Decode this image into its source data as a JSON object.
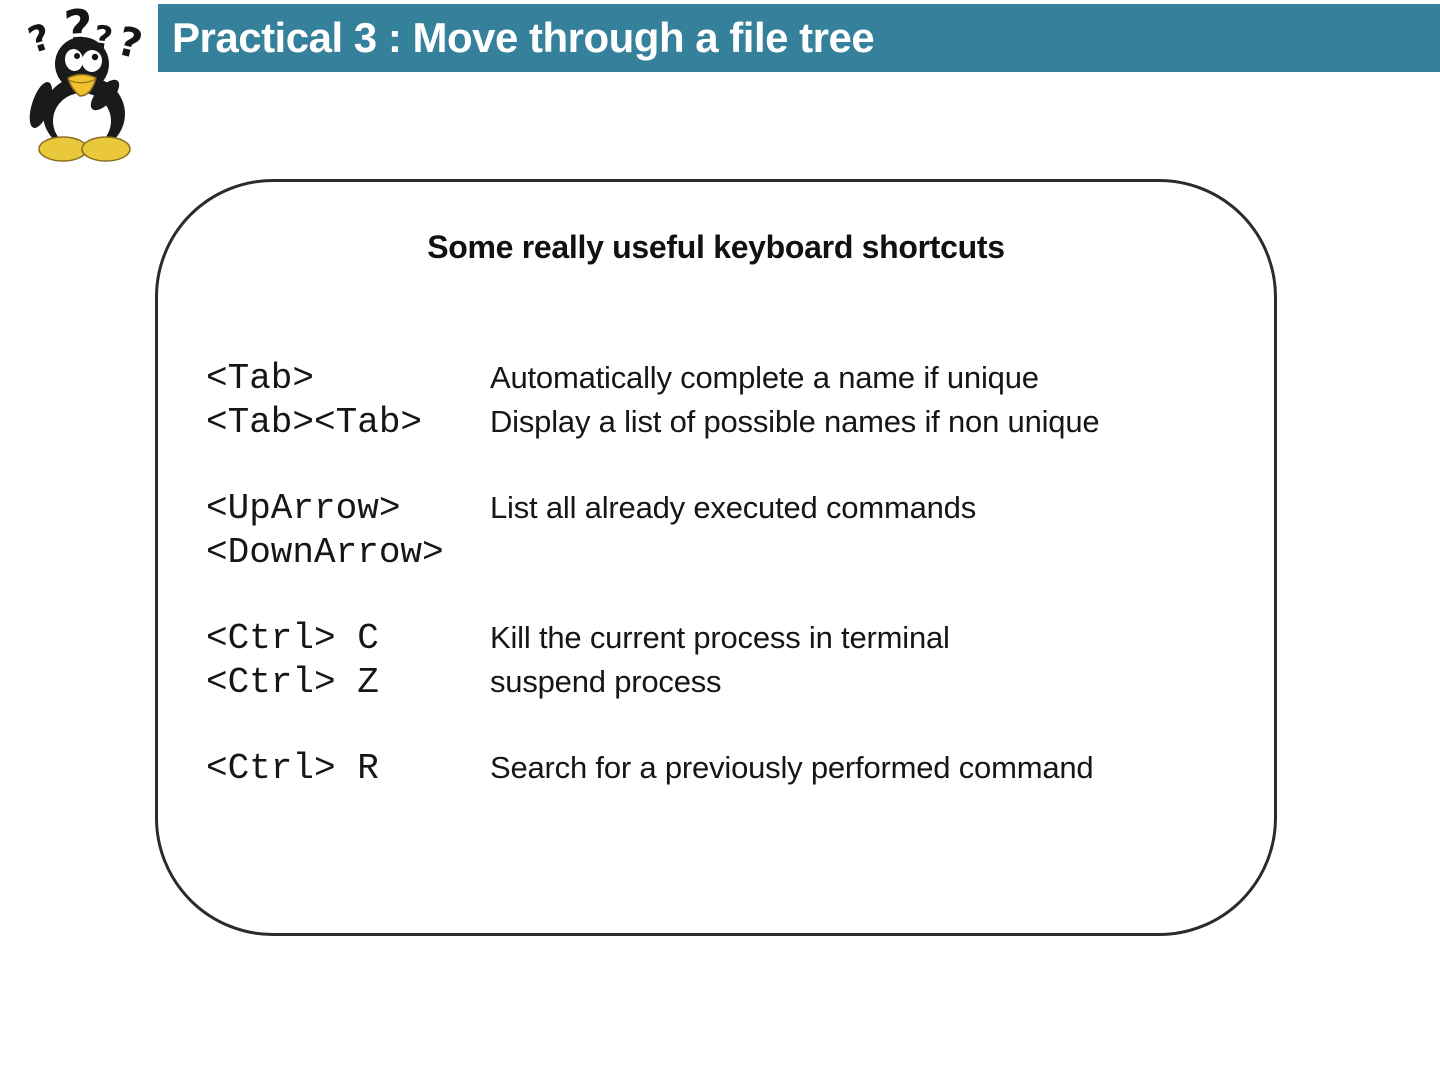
{
  "header": {
    "title": "Practical 3 : Move through a file tree",
    "bar_color": "#35809A",
    "text_color": "#ffffff"
  },
  "logo": {
    "name": "tux-penguin-thinking",
    "question_marks": [
      "?",
      "?",
      "?",
      "?"
    ]
  },
  "card": {
    "title": "Some really useful keyboard shortcuts",
    "border_color": "#2b2b2b",
    "shortcuts": [
      {
        "key": "<Tab>",
        "desc": "Automatically complete a name if unique"
      },
      {
        "key": "<Tab><Tab>",
        "desc": "Display a list of possible names if non unique"
      },
      {
        "key": "<UpArrow>",
        "desc": "List all already executed commands"
      },
      {
        "key": "<DownArrow>",
        "desc": ""
      },
      {
        "key": "<Ctrl> C",
        "desc": "Kill the current process in terminal"
      },
      {
        "key": "<Ctrl> Z",
        "desc": "suspend process"
      },
      {
        "key": "<Ctrl> R",
        "desc": "Search for a previously performed command"
      }
    ]
  }
}
